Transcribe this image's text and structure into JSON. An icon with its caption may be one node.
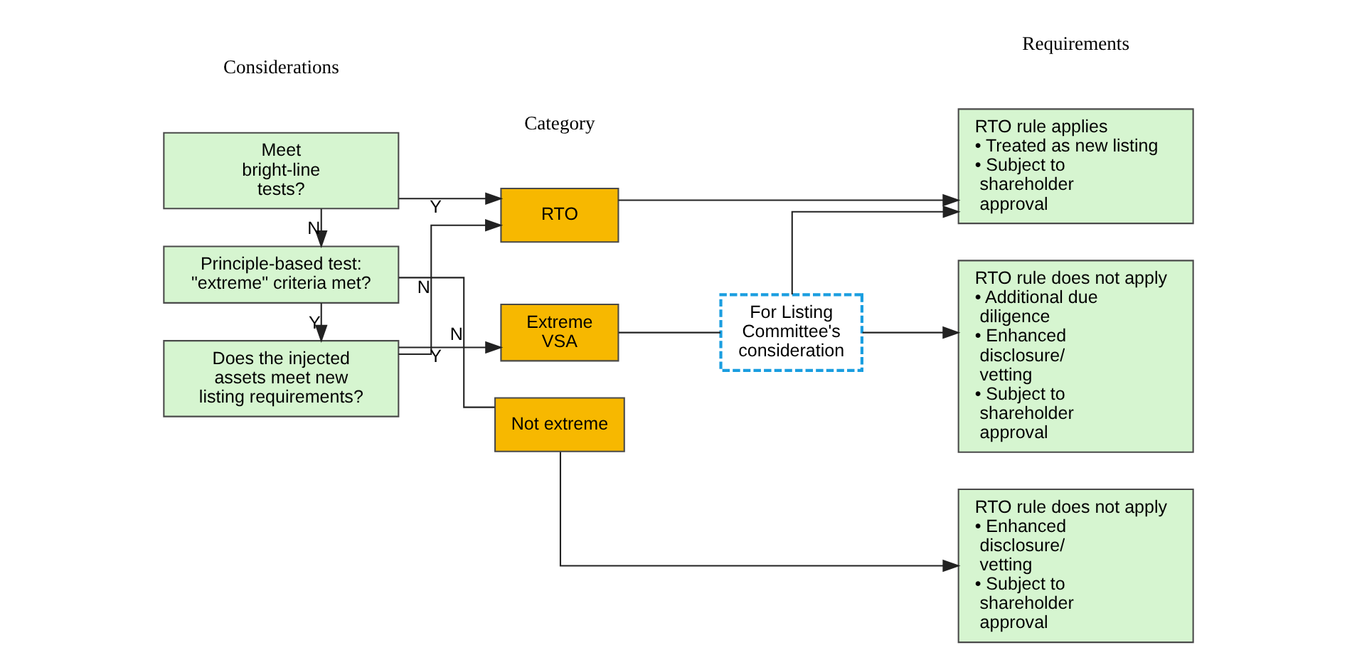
{
  "diagram": {
    "nodes": [
      {
        "text": [
          "Meet bright-line tests?"
        ]
      },
      {
        "text": [
          "RTO"
        ]
      },
      {
        "text": [
          "RTO rule applies",
          "• Treated as new listing",
          "• Subject to shareholder approval"
        ]
      },
      {
        "text": [
          "Principle-based test: \"extreme\" criteria met?"
        ]
      },
      {
        "text": [
          "Does the injected assets meet new listing requirements?"
        ]
      },
      {
        "text": [
          "Extreme VSA"
        ]
      },
      {
        "text": [
          "For Listing Committee's consideration"
        ]
      },
      {
        "text": [
          "RTO rule does not apply",
          "• Additional due diligence",
          "• Enhanced disclosure/ vetting",
          "• Subject to shareholder approval"
        ]
      },
      {
        "text": [
          "Not extreme"
        ]
      },
      {
        "text": [
          "RTO rule does not apply",
          "• Enhanced disclosure/ vetting",
          "• Subject to shareholder approval"
        ]
      }
    ],
    "edges": [
      {
        "from": 0,
        "to": 1,
        "arrow": "to",
        "label": "Y"
      },
      {
        "from": 0,
        "to": 3,
        "arrow": "to",
        "label": "N"
      },
      {
        "from": 3,
        "to": 4,
        "arrow": "to",
        "label": "Y"
      },
      {
        "from": 3,
        "to": 8,
        "arrow": "none",
        "label": "N"
      },
      {
        "from": 4,
        "to": 1,
        "arrow": "to",
        "label": "N"
      },
      {
        "from": 4,
        "to": 5,
        "arrow": "to",
        "label": "Y"
      },
      {
        "from": 1,
        "to": 2,
        "arrow": "to"
      },
      {
        "from": 5,
        "to": 6,
        "arrow": "none"
      },
      {
        "from": 6,
        "to": 2,
        "arrow": "to"
      },
      {
        "from": 6,
        "to": 7,
        "arrow": "to"
      },
      {
        "from": 8,
        "to": 9,
        "arrow": "to"
      }
    ],
    "labels": [
      "Considerations",
      "Category",
      "Requirements"
    ]
  }
}
